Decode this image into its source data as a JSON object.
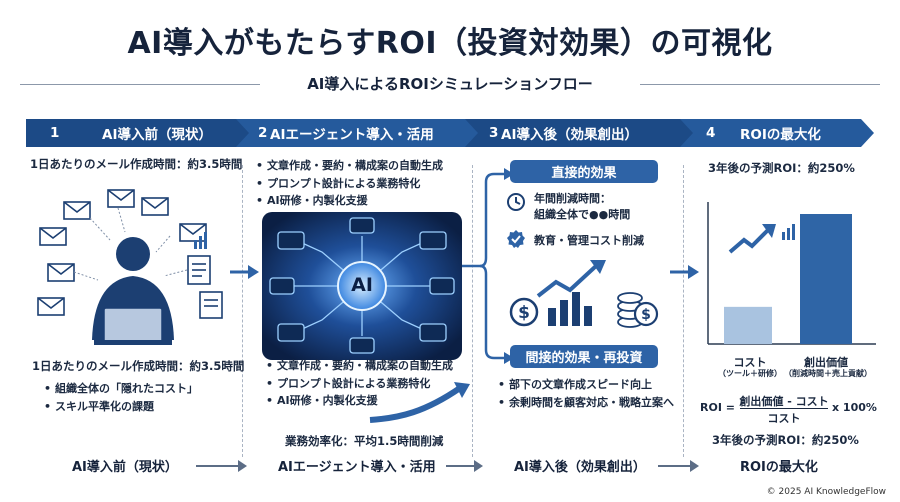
{
  "title": "AI導入がもたらすROI（投資対効果）の可視化",
  "subtitle": "AI導入によるROIシミュレーションフロー",
  "colors": {
    "navy": "#1c3f72",
    "blue": "#2e63a6",
    "mid": "#3a73b8",
    "light": "#a9c3e0",
    "bar": "#2f65a6"
  },
  "steps": [
    {
      "num": "1",
      "title": "AI導入前（現状）"
    },
    {
      "num": "2",
      "title": "AIエージェント導入・活用"
    },
    {
      "num": "3",
      "title": "AI導入後（効果創出）"
    },
    {
      "num": "4",
      "title": "ROIの最大化"
    }
  ],
  "col1": {
    "top_text": "1日あたりのメール作成時間：約3.5時間",
    "bottom_text": "1日あたりのメール作成時間：約3.5時間",
    "bullets": [
      "組織全体の「隠れたコスト」",
      "スキル平準化の課題"
    ]
  },
  "col2": {
    "top_bullets": [
      "文章作成・要約・構成案の自動生成",
      "プロンプト設計による業務特化",
      "AI研修・内製化支援"
    ],
    "center_label": "AI",
    "bottom_bullets": [
      "文章作成・要約・構成案の自動生成",
      "プロンプト設計による業務特化",
      "AI研修・内製化支援"
    ],
    "efficiency": "業務効率化：平均1.5時間削減"
  },
  "col3": {
    "direct_label": "直接的効果",
    "direct_time_line1": "年間削減時間：",
    "direct_time_line2": "組織全体で●●時間",
    "direct_cost": "教育・管理コスト削減",
    "indirect_label": "間接的効果・再投資",
    "indirect_bullets": [
      "部下の文章作成スピード向上",
      "余剰時間を顧客対応・戦略立案へ"
    ]
  },
  "col4": {
    "top_text": "3年後の予測ROI：約250%",
    "bar_chart": {
      "categories": [
        "コスト",
        "創出価値"
      ],
      "sublabels": [
        "（ツール＋研修）",
        "（削減時間＋売上貢献）"
      ],
      "values": [
        1,
        3.5
      ]
    },
    "formula_prefix": "ROI =",
    "formula_numerator": "創出価値 - コスト",
    "formula_denominator": "コスト",
    "formula_suffix": "x 100%",
    "bottom_text": "3年後の予測ROI：約250%"
  },
  "bottom_labels": [
    "AI導入前（現状）",
    "AIエージェント導入・活用",
    "AI導入後（効果創出）",
    "ROIの最大化"
  ],
  "copyright": "© 2025 AI KnowledgeFlow"
}
